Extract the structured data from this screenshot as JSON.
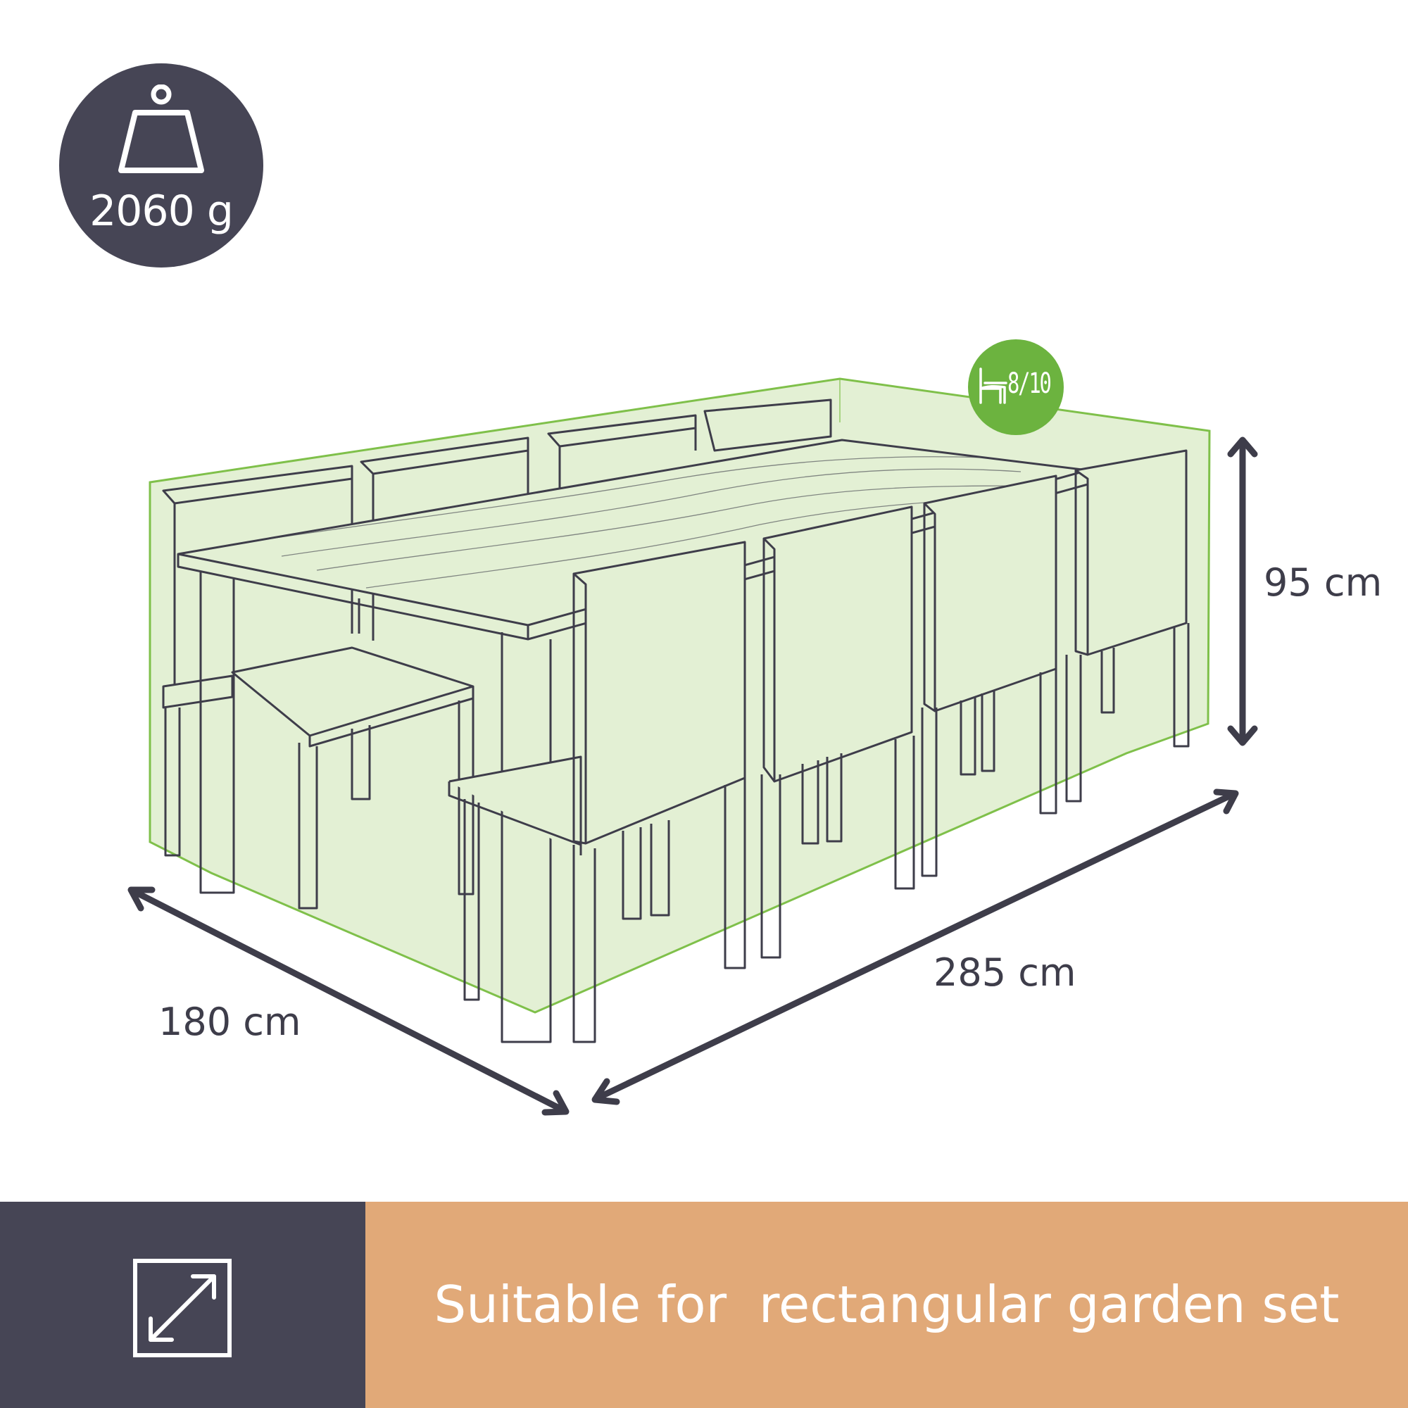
{
  "weight": {
    "value": "2060 g",
    "icon": "weight-scale-icon"
  },
  "capacity_badge": {
    "text": "8/10",
    "icon": "chair-icon",
    "color": "#6cb33f"
  },
  "dimensions": {
    "height": "95 cm",
    "length": "285 cm",
    "width": "180 cm"
  },
  "footer": {
    "text": "Suitable for  rectangular garden set",
    "icon": "resize-diagonal-icon",
    "dark_color": "#464555",
    "accent_color": "#e1a978"
  },
  "colors": {
    "cover_fill": "#e3f0d4",
    "cover_outline": "#7fc04a",
    "line": "#3e3d4a"
  }
}
